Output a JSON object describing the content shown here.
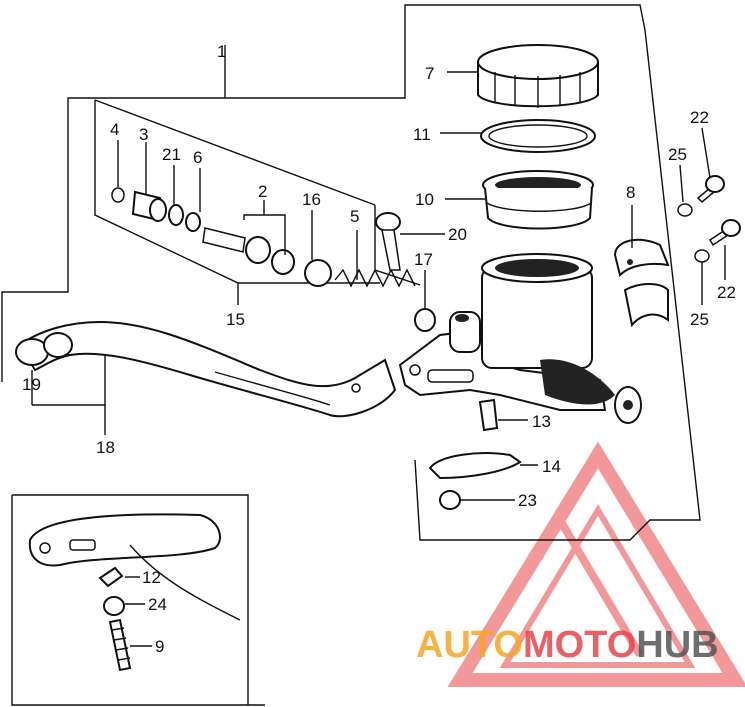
{
  "callouts": [
    "1",
    "2",
    "3",
    "4",
    "5",
    "6",
    "7",
    "8",
    "9",
    "10",
    "11",
    "12",
    "13",
    "14",
    "15",
    "16",
    "17",
    "18",
    "19",
    "20",
    "21",
    "22",
    "22",
    "23",
    "24",
    "25",
    "25"
  ],
  "watermark": {
    "part1": "AUTO",
    "part2": "MOTO",
    "part3": "HUB",
    "color_orange": "#f5a623",
    "color_red": "#e8454a",
    "color_gray": "#555555"
  },
  "icons": [
    "triangle-logo-icon"
  ]
}
